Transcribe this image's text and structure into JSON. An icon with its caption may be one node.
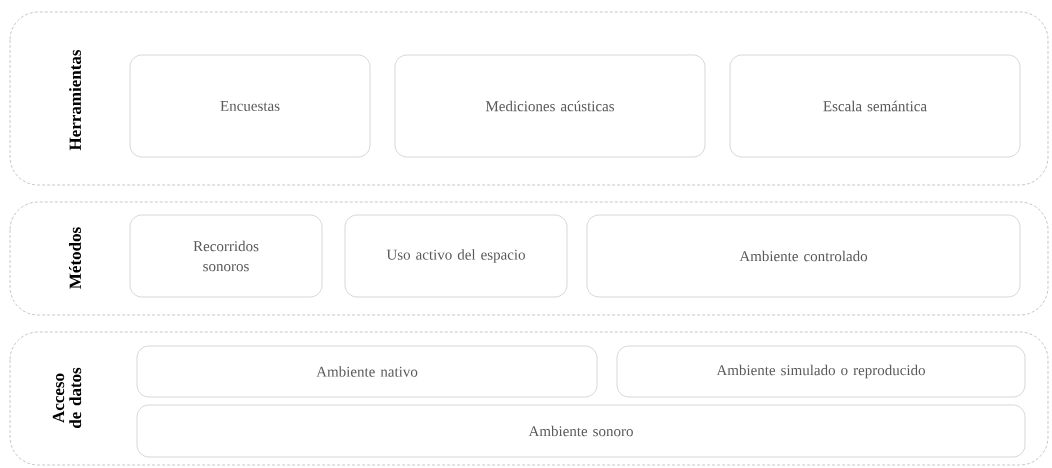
{
  "diagram": {
    "nodes": [
      {
        "text": [
          "Herramientas"
        ]
      },
      {
        "text": [
          "Encuestas"
        ],
        "in": 0
      },
      {
        "text": [
          "Mediciones acústicas"
        ],
        "in": 0
      },
      {
        "text": [
          "Escala semántica"
        ],
        "in": 0
      },
      {
        "text": [
          "Métodos"
        ]
      },
      {
        "text": [
          "Recorridos sonoros"
        ],
        "in": 4
      },
      {
        "text": [
          "Uso activo del espacio"
        ],
        "in": 4
      },
      {
        "text": [
          "Ambiente controlado"
        ],
        "in": 4
      },
      {
        "text": [
          "Acceso de datos"
        ]
      },
      {
        "text": [
          "Ambiente nativo"
        ],
        "in": 8
      },
      {
        "text": [
          "Ambiente simulado o reproducido"
        ],
        "in": 8
      },
      {
        "text": [
          "Ambiente sonoro"
        ],
        "in": 8
      }
    ]
  }
}
